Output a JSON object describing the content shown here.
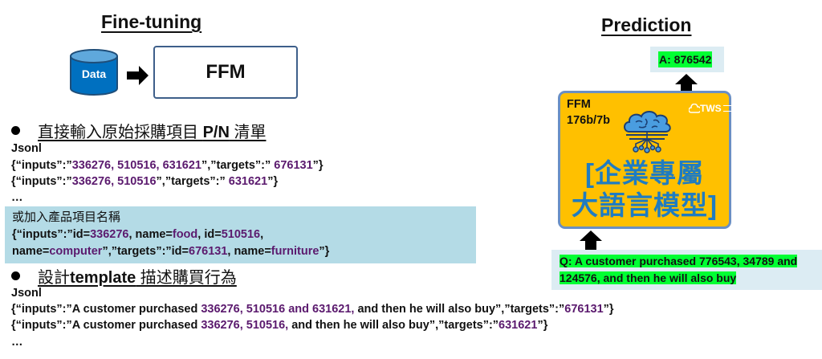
{
  "fine_tuning": {
    "title": "Fine-tuning",
    "data_label": "Data",
    "model_label": "FFM"
  },
  "section1": {
    "heading_cjk": "直接輸入原始採購項目 ",
    "heading_pn": "P/N",
    "heading_tail": " 清單",
    "format_label": "Jsonl",
    "lines": [
      {
        "p1": "{“inputs”:”",
        "v1": "336276, 510516, 631621",
        "p2": "”,”targets”:” ",
        "v2": "676131",
        "p3": "”}"
      },
      {
        "p1": "{“inputs”:”",
        "v1": "336276, 510516",
        "p2": "”,”targets”:” ",
        "v2": "631621",
        "p3": "”}"
      }
    ],
    "ellipsis": "…"
  },
  "product_names": {
    "heading": "或加入產品項目名稱",
    "line1": {
      "a": "{“inputs”:”id=",
      "b": "336276",
      "c": ", name=",
      "d": "food",
      "e": ", id=",
      "f": "510516",
      "g": ","
    },
    "line2": {
      "a": "name=",
      "b": "computer",
      "c": "”,”targets”:”id=",
      "d": "676131",
      "e": ", name=",
      "f": "furniture",
      "g": "”}"
    }
  },
  "section2": {
    "heading_a": "設計",
    "heading_b": "template",
    "heading_c": " 描述購買行為",
    "format_label": "Jsonl",
    "lines": [
      {
        "p1": "{“inputs”:”A customer purchased ",
        "v1": "336276, 510516 and 631621,",
        "p2": " and then he will also buy”,”targets”:”",
        "v2": "676131",
        "p3": "”}"
      },
      {
        "p1": "{“inputs”:”A customer purchased ",
        "v1": "336276, 510516,",
        "p2": " and then he will also buy”,”targets”:”",
        "v2": "631621",
        "p3": "”}"
      }
    ],
    "ellipsis": "…"
  },
  "prediction": {
    "title": "Prediction",
    "answer": "A: 876542",
    "model_name": "FFM",
    "model_size": "176b/7b",
    "logo_text": "TWS",
    "model_title_line1": "[企業專屬",
    "model_title_line2": "大語言模型]",
    "question_line1": "Q: A customer purchased 776543,  34789 and",
    "question_line2": "124576, and then he will also buy"
  },
  "colors": {
    "highlight_text": "#5b1a6e",
    "model_box": "#ffc000",
    "model_title": "#1f7cc1",
    "highlight_green": "#00ff33",
    "info_panel": "#b4dbe6"
  }
}
